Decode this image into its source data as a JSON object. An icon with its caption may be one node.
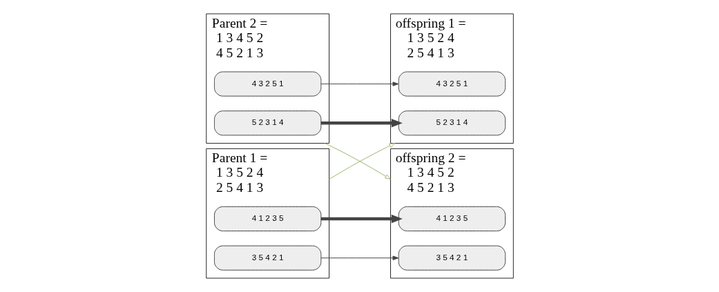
{
  "diagram": {
    "nodes": [
      {
        "text": [
          "Parent 1 =",
          "1 3 5 2 4",
          "2 5 4 1 3"
        ]
      },
      {
        "text": [
          "4 1 2 3 5"
        ],
        "in": 0
      },
      {
        "text": [
          "3 5 4 2 1"
        ],
        "in": 0
      },
      {
        "text": [
          "offspring 1 =",
          "1 3 5 2 4",
          "2 5 4 1 3"
        ]
      },
      {
        "text": [
          "5 2 3 1 4"
        ],
        "in": 3
      },
      {
        "text": [
          "4 3 2 5 1"
        ],
        "in": 3
      },
      {
        "text": [
          "Parent 2 =",
          "1 3 4 5 2",
          "4 5 2 1 3"
        ]
      },
      {
        "text": [
          "5 2 3 1 4"
        ],
        "in": 6
      },
      {
        "text": [
          "4 3 2 5 1"
        ],
        "in": 6
      },
      {
        "text": [
          "offspring 2 =",
          "1 3 4 5 2",
          "4 5 2 1 3"
        ]
      },
      {
        "text": [
          "4 1 2 3 5"
        ],
        "in": 9
      },
      {
        "text": [
          "3 5 4 2 1"
        ],
        "in": 9
      }
    ],
    "edges": [
      {
        "from": 1,
        "to": 10,
        "arrow": "to",
        "style": "thick"
      },
      {
        "from": 2,
        "to": 11,
        "arrow": "to"
      },
      {
        "from": 7,
        "to": 4,
        "arrow": "to",
        "style": "thick"
      },
      {
        "from": 8,
        "to": 5,
        "arrow": "to"
      },
      {
        "from": 0,
        "to": 3,
        "arrow": "to",
        "color": "#9bb36a"
      },
      {
        "from": 6,
        "to": 9,
        "arrow": "to",
        "color": "#9bb36a"
      }
    ]
  }
}
